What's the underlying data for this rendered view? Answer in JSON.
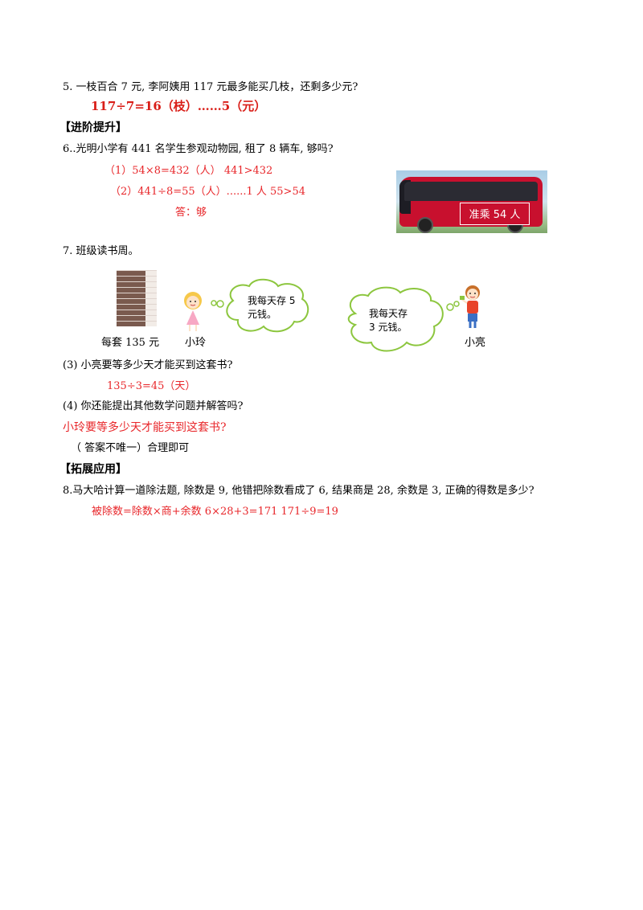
{
  "q5": {
    "question": "5.   一枝百合  7 元, 李阿姨用  117  元最多能买几枝，还剩多少元?",
    "answer": "117÷7=16（枝）……5（元）"
  },
  "section_advanced": "【进阶提升】",
  "q6": {
    "question": "6..光明小学有  441  名学生参观动物园, 租了 8 辆车, 够吗?",
    "method1": "（1）54×8=432（人）    441>432",
    "method2": "（2）441÷8=55（人）......1 人      55>54",
    "answer": "答：够",
    "bus_label": "准乘 54 人"
  },
  "q7": {
    "title": "7.  班级读书周。",
    "book_caption": "每套 135 元",
    "girl_name": "小玲",
    "girl_speech_line1": "我每天存 5",
    "girl_speech_line2": "元钱。",
    "boy_speech_line1": "我每天存",
    "boy_speech_line2": "3 元钱。",
    "boy_name": "小亮",
    "sub3_question": "(3)  小亮要等多少天才能买到这套书?",
    "sub3_answer": "135÷3=45（天）",
    "sub4_question": "(4)  你还能提出其他数学问题并解答吗?",
    "sub4_answer": "小玲要等多少天才能买到这套书?",
    "sub4_note": "（  答案不唯一）合理即可"
  },
  "section_extension": "【拓展应用】",
  "q8": {
    "question": "8.马大哈计算一道除法题, 除数是 9, 他错把除数看成了 6, 结果商是 28, 余数是 3, 正确的得数是多少?",
    "answer": "被除数=除数×商+余数      6×28+3=171          171÷9=19"
  },
  "colors": {
    "answer_red": "#e8262a",
    "bus_red": "#c8102e"
  }
}
